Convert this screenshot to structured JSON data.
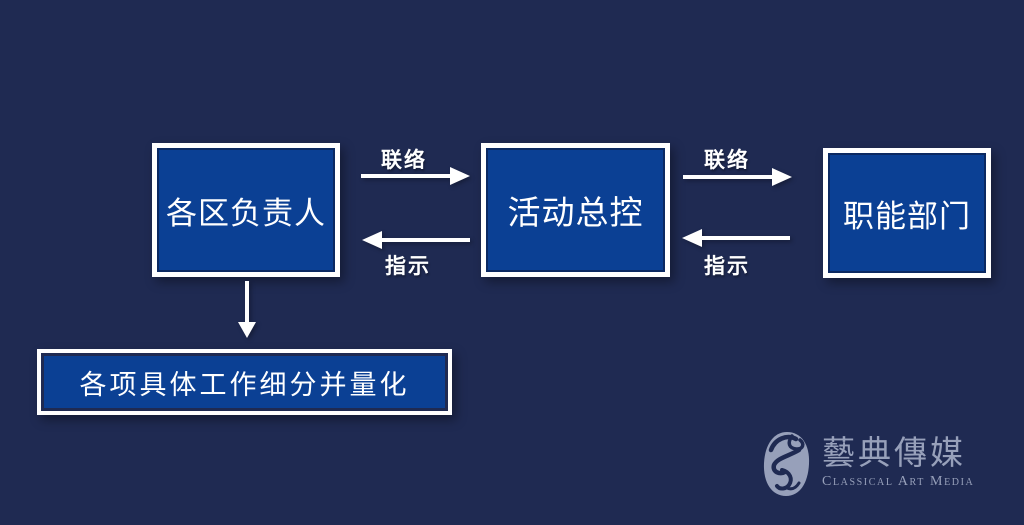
{
  "canvas": {
    "background_color": "#1f2a52"
  },
  "colors": {
    "box_fill": "#0b4094",
    "box_border": "#ffffff",
    "arrow": "#ffffff",
    "text": "#ffffff",
    "logo": "#97a0ba"
  },
  "nodes": {
    "left": {
      "label": "各区负责人"
    },
    "center": {
      "label": "活动总控"
    },
    "right": {
      "label": "职能部门"
    },
    "bottom": {
      "label": "各项具体工作细分并量化"
    }
  },
  "arrows": {
    "left_to_center": {
      "label": "联络"
    },
    "center_to_left": {
      "label": "指示"
    },
    "center_to_right": {
      "label": "联络"
    },
    "right_to_center": {
      "label": "指示"
    }
  },
  "logo": {
    "icon": "calligraphy-seal-icon",
    "name_zh": "藝典傳媒",
    "name_en": "Classical Art Media"
  }
}
